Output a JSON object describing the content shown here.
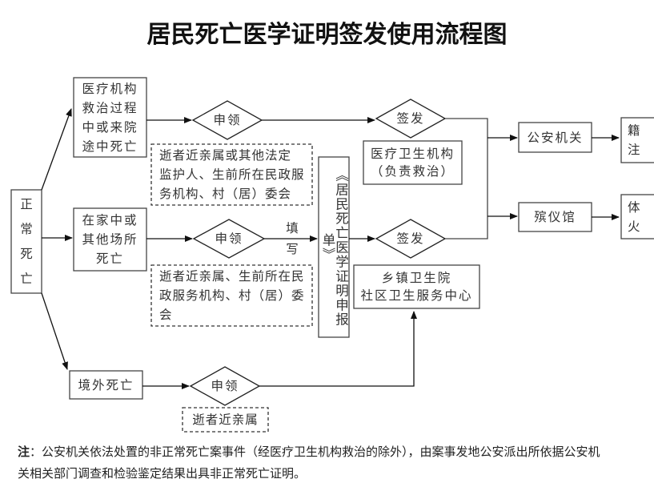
{
  "title": "居民死亡医学证明签发使用流程图",
  "start": {
    "label": "正\n常\n死\n亡"
  },
  "cases": [
    {
      "label": "医疗机构\n救治过程\n中或来院\n途中死亡"
    },
    {
      "label": "在家中或\n其他场所\n死亡"
    },
    {
      "label": "境外死亡"
    }
  ],
  "apply_diamonds": [
    {
      "label": "申领"
    },
    {
      "label": "申领"
    },
    {
      "label": "申领"
    }
  ],
  "applicants": [
    {
      "label": "逝者近亲属或其他法定\n监护人、生前所在民政服\n务机构、村（居）委会"
    },
    {
      "label": "逝者近亲属、生前所在民\n政服务机构、村（居）委\n会"
    },
    {
      "label": "逝者近亲属"
    }
  ],
  "fill_label": "填\n写",
  "report_form": {
    "label": "《居民死亡医学证明申报单》"
  },
  "issue_diamonds": [
    {
      "label": "签发"
    },
    {
      "label": "签发"
    }
  ],
  "issuers": [
    {
      "label": "医疗卫生机构\n（负责救治）"
    },
    {
      "label": "乡镇卫生院\n社区卫生服务中心"
    }
  ],
  "destinations": [
    {
      "label": "公安机关"
    },
    {
      "label": "殡仪馆"
    }
  ],
  "outcomes": [
    {
      "label": "户籍\n注销"
    },
    {
      "label": "遗体\n火化"
    }
  ],
  "note": {
    "prefix": "注",
    "line1": "：公安机关依法处置的非正常死亡案事件（经医疗卫生机构救治的除外），由案事发地公安派出所依据公安机",
    "line2": "关相关部门调查和检验鉴定结果出具非正常死亡证明。"
  }
}
